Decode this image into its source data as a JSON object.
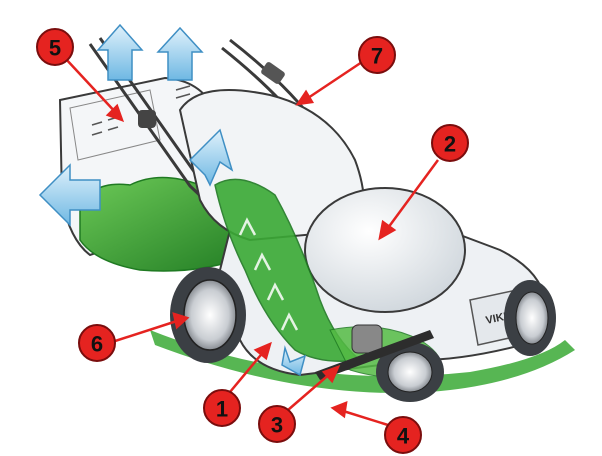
{
  "colors": {
    "callout_fill": "#e52320",
    "callout_stroke": "#7a0d0d",
    "airflow": "#7fc1e8",
    "grass": "#3aa935",
    "grass_dark": "#1f7a22",
    "body_outline": "#3a3a3a",
    "deck": "#eef1f4"
  },
  "callouts": [
    {
      "id": "1",
      "label": "1"
    },
    {
      "id": "2",
      "label": "2"
    },
    {
      "id": "3",
      "label": "3"
    },
    {
      "id": "4",
      "label": "4"
    },
    {
      "id": "5",
      "label": "5"
    },
    {
      "id": "6",
      "label": "6"
    },
    {
      "id": "7",
      "label": "7"
    }
  ],
  "deck_brand": "VIKING"
}
